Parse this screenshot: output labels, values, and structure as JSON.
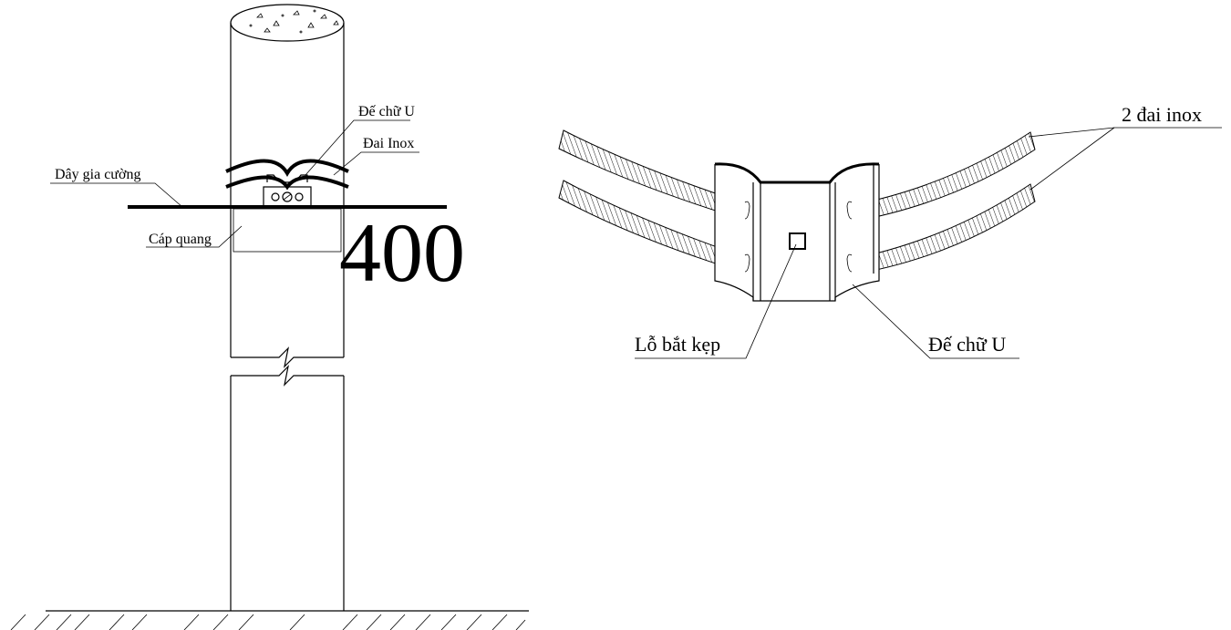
{
  "left_view": {
    "labels": {
      "de_chu_u": "Đế chữ U",
      "dai_inox": "Đai Inox",
      "day_gia_cuong": "Dây gia cường",
      "cap_quang": "Cáp quang",
      "dimension": "400"
    }
  },
  "right_view": {
    "labels": {
      "two_straps": "2 đai inox",
      "clamp_hole": "Lỗ bắt kẹp",
      "u_base": "Đế chữ U"
    }
  }
}
